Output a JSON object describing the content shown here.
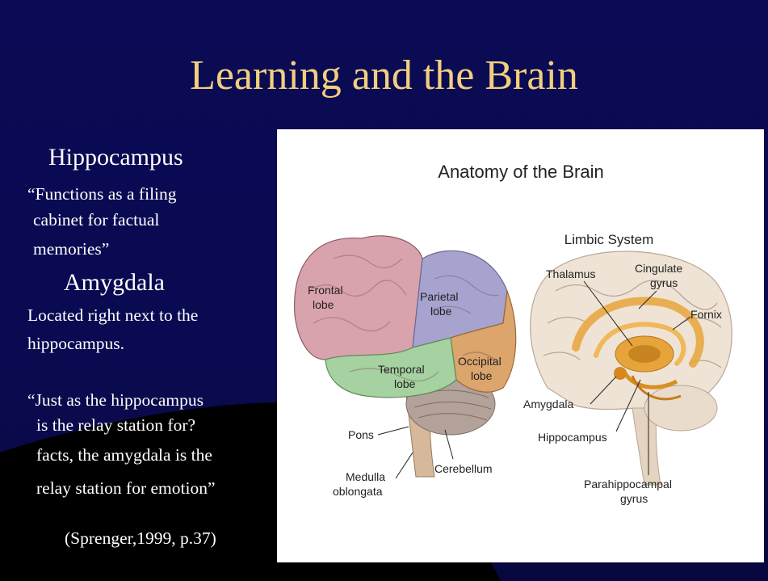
{
  "slide": {
    "title": "Learning and the Brain",
    "left": {
      "heading1": "Hippocampus",
      "quote1_lines": [
        "“Functions as a filing",
        "cabinet for factual",
        "memories”"
      ],
      "heading2": "Amygdala",
      "desc_lines": [
        "Located right next to the",
        "hippocampus."
      ],
      "quote2_lines": [
        "“Just as the hippocampus",
        "is the relay station for?",
        "facts, the amygdala is the",
        "relay station for emotion”"
      ],
      "citation": "(Sprenger,1999, p.37)"
    },
    "figure": {
      "title": "Anatomy of the Brain",
      "subtitle": "Limbic System",
      "brain_labels": {
        "frontal": [
          "Frontal",
          "lobe"
        ],
        "parietal": [
          "Parietal",
          "lobe"
        ],
        "temporal": [
          "Temporal",
          "lobe"
        ],
        "occipital": [
          "Occipital",
          "lobe"
        ],
        "pons": "Pons",
        "medulla": [
          "Medulla",
          "oblongata"
        ],
        "cerebellum": "Cerebellum"
      },
      "limbic_labels": {
        "thalamus": "Thalamus",
        "cingulate": [
          "Cingulate",
          "gyrus"
        ],
        "fornix": "Fornix",
        "amygdala": "Amygdala",
        "hippocampus": "Hippocampus",
        "parahippocampal": [
          "Parahippocampal",
          "gyrus"
        ]
      }
    },
    "colors": {
      "background": "#0b0b55",
      "title": "#f2cf7e",
      "frontal": "#d9a3ae",
      "parietal": "#a7a3cf",
      "temporal": "#a6d1a0",
      "occipital": "#dba56b",
      "limbic": "#e6a43a"
    }
  }
}
